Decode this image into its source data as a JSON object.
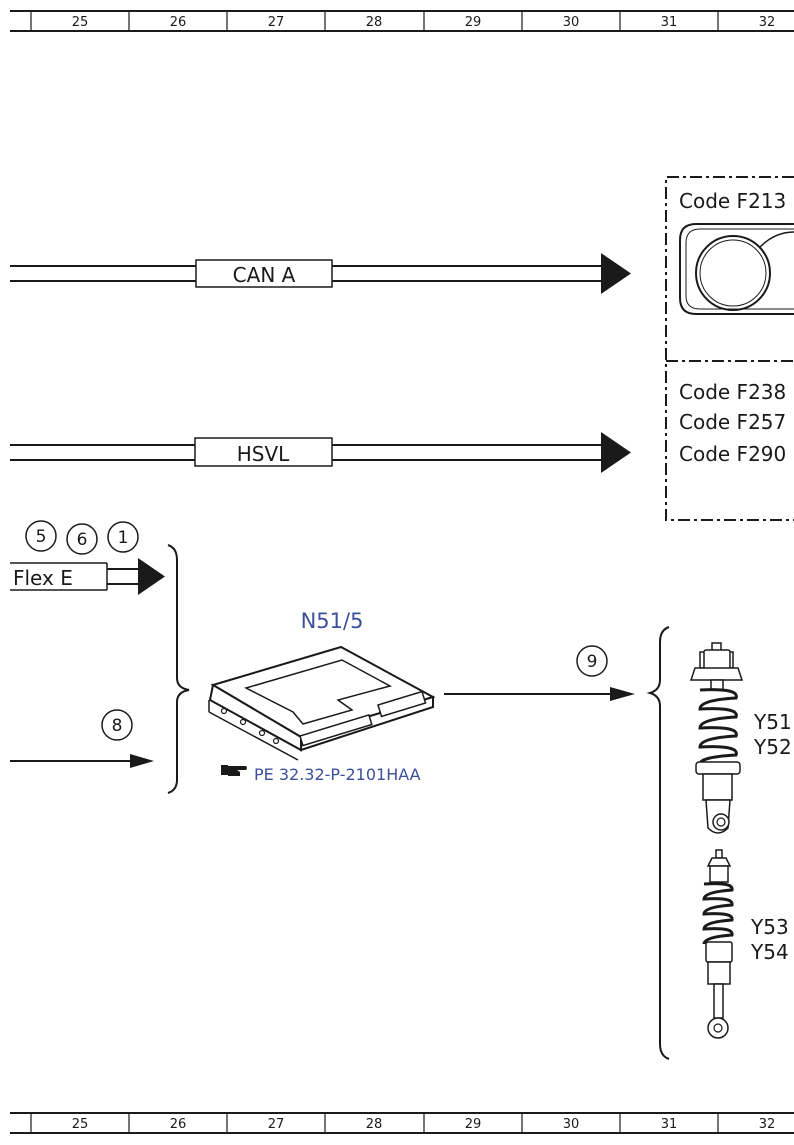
{
  "ruler": {
    "numbers": [
      "25",
      "26",
      "27",
      "28",
      "29",
      "30",
      "31",
      "32"
    ]
  },
  "signals": {
    "can_a": "CAN A",
    "hsvl": "HSVL",
    "flex_e": "Flex E"
  },
  "callouts": {
    "c5": "5",
    "c6": "6",
    "c1": "1",
    "c8": "8",
    "c9": "9"
  },
  "control_unit": {
    "label": "N51/5",
    "reference": "PE 32.32-P-2101HAA"
  },
  "code_box": {
    "code_1": "Code F213",
    "code_2": "Code F238",
    "code_3": "Code F257",
    "code_4": "Code F290"
  },
  "components": {
    "front_1": "Y51",
    "front_2": "Y52",
    "rear_1": "Y53",
    "rear_2": "Y54"
  },
  "colors": {
    "line": "#1a1a1a",
    "reference_blue": "#3b4f9a"
  }
}
